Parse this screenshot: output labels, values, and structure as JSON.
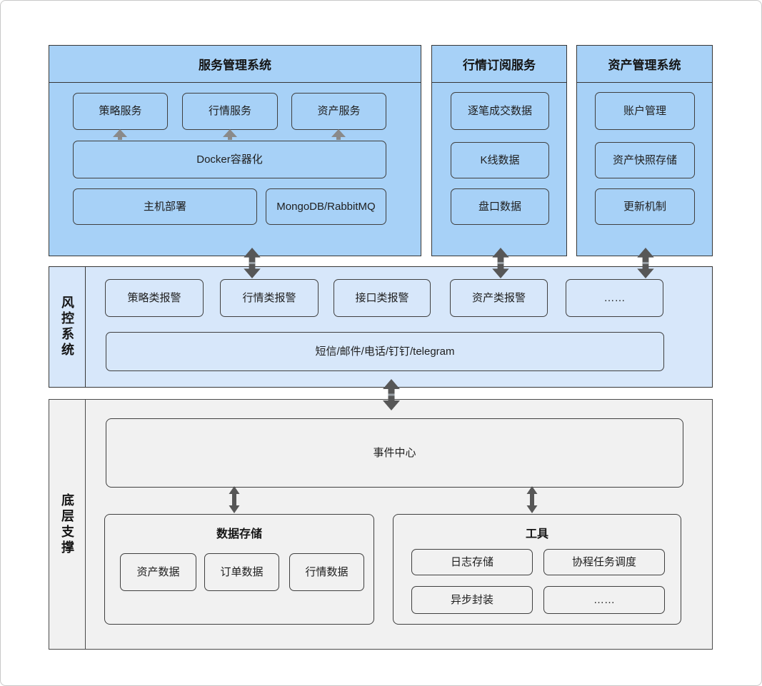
{
  "colors": {
    "panel_blue": "#a7d1f7",
    "panel_light_blue": "#d7e7fa",
    "panel_gray": "#f1f1f1",
    "border_dark": "#3f3f3f",
    "double_arrow": "#575757",
    "double_arrow_band": "#9aa0a6",
    "small_arrow": "#8a8a8a"
  },
  "panels": {
    "service": {
      "title": "服务管理系统",
      "boxes": {
        "strategy": "策略服务",
        "market": "行情服务",
        "asset": "资产服务",
        "docker": "Docker容器化",
        "host": "主机部署",
        "middleware": "MongoDB/RabbitMQ"
      }
    },
    "subscription": {
      "title": "行情订阅服务",
      "boxes": {
        "tick": "逐笔成交数据",
        "kline": "K线数据",
        "depth": "盘口数据"
      }
    },
    "asset_mgmt": {
      "title": "资产管理系统",
      "boxes": {
        "account": "账户管理",
        "snapshot": "资产快照存储",
        "update": "更新机制"
      }
    },
    "risk": {
      "label": "风控系统",
      "alarms": [
        "策略类报警",
        "行情类报警",
        "接口类报警",
        "资产类报警",
        "……"
      ],
      "channels": "短信/邮件/电话/钉钉/telegram"
    },
    "base": {
      "label": "底层支撑",
      "event_center": "事件中心",
      "storage": {
        "title": "数据存储",
        "boxes": [
          "资产数据",
          "订单数据",
          "行情数据"
        ]
      },
      "tools": {
        "title": "工具",
        "boxes": [
          "日志存储",
          "协程任务调度",
          "异步封装",
          "……"
        ]
      }
    }
  }
}
